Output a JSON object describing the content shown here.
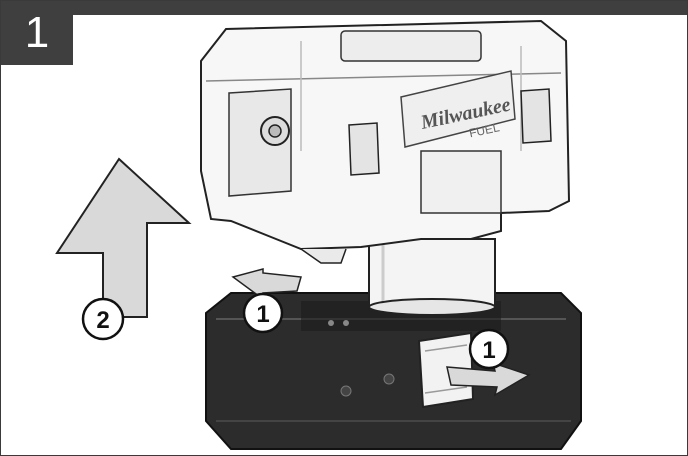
{
  "step": {
    "number": "1"
  },
  "callouts": [
    {
      "id": "release-left",
      "label": "1"
    },
    {
      "id": "release-right",
      "label": "1"
    },
    {
      "id": "lift",
      "label": "2"
    }
  ],
  "colors": {
    "header": "#3f3f3f",
    "tank": "#2c2c2c",
    "arrow_fill": "#d9d9d9",
    "line": "#222222"
  },
  "brand_mark": {
    "text": "Milwaukee",
    "sub": "FUEL"
  }
}
